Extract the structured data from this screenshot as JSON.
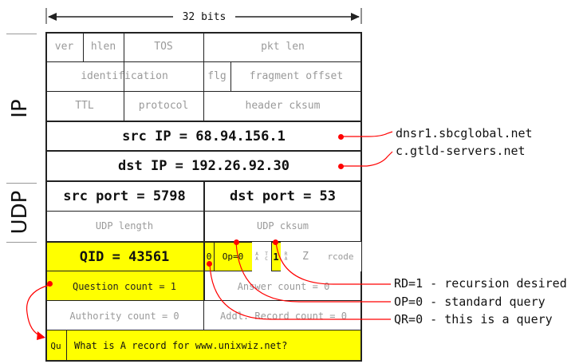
{
  "header": {
    "width_label": "32 bits"
  },
  "side_labels": {
    "ip": "IP",
    "udp": "UDP"
  },
  "ip_header": {
    "ver": "ver",
    "hlen": "hlen",
    "tos": "TOS",
    "pkt_len": "pkt len",
    "identification": "identification",
    "flg": "flg",
    "fragment_offset": "fragment offset",
    "ttl": "TTL",
    "protocol": "protocol",
    "header_cksum": "header cksum",
    "src_ip": "src IP = 68.94.156.1",
    "dst_ip": "dst IP = 192.26.92.30"
  },
  "udp_header": {
    "src_port": "src port = 5798",
    "dst_port": "dst port = 53",
    "udp_length": "UDP length",
    "udp_cksum": "UDP cksum"
  },
  "dns": {
    "qid": "QID = 43561",
    "qr": "0",
    "opcode": "Op=0",
    "aa": [
      "A",
      "A"
    ],
    "tc": [
      "T",
      "C"
    ],
    "rd": "1",
    "ra": [
      "R",
      "A"
    ],
    "z": "Z",
    "rcode": "rcode",
    "question_count": "Question count = 1",
    "answer_count": "Answer count = 0",
    "authority_count": "Authority count = 0",
    "additional_count": "Addl. Record count = 0",
    "qu": "Qu",
    "question": "What is A record for www.unixwiz.net?"
  },
  "annotations": {
    "src_host": "dnsr1.sbcglobal.net",
    "dst_host": "c.gtld-servers.net",
    "rd_note": "RD=1 - recursion desired",
    "op_note": "OP=0 - standard query",
    "qr_note": "QR=0 - this is a query"
  },
  "colors": {
    "highlight": "#ffff00",
    "pointer": "#ff0000",
    "border": "#222222",
    "faded_text": "#9a9a9a"
  }
}
